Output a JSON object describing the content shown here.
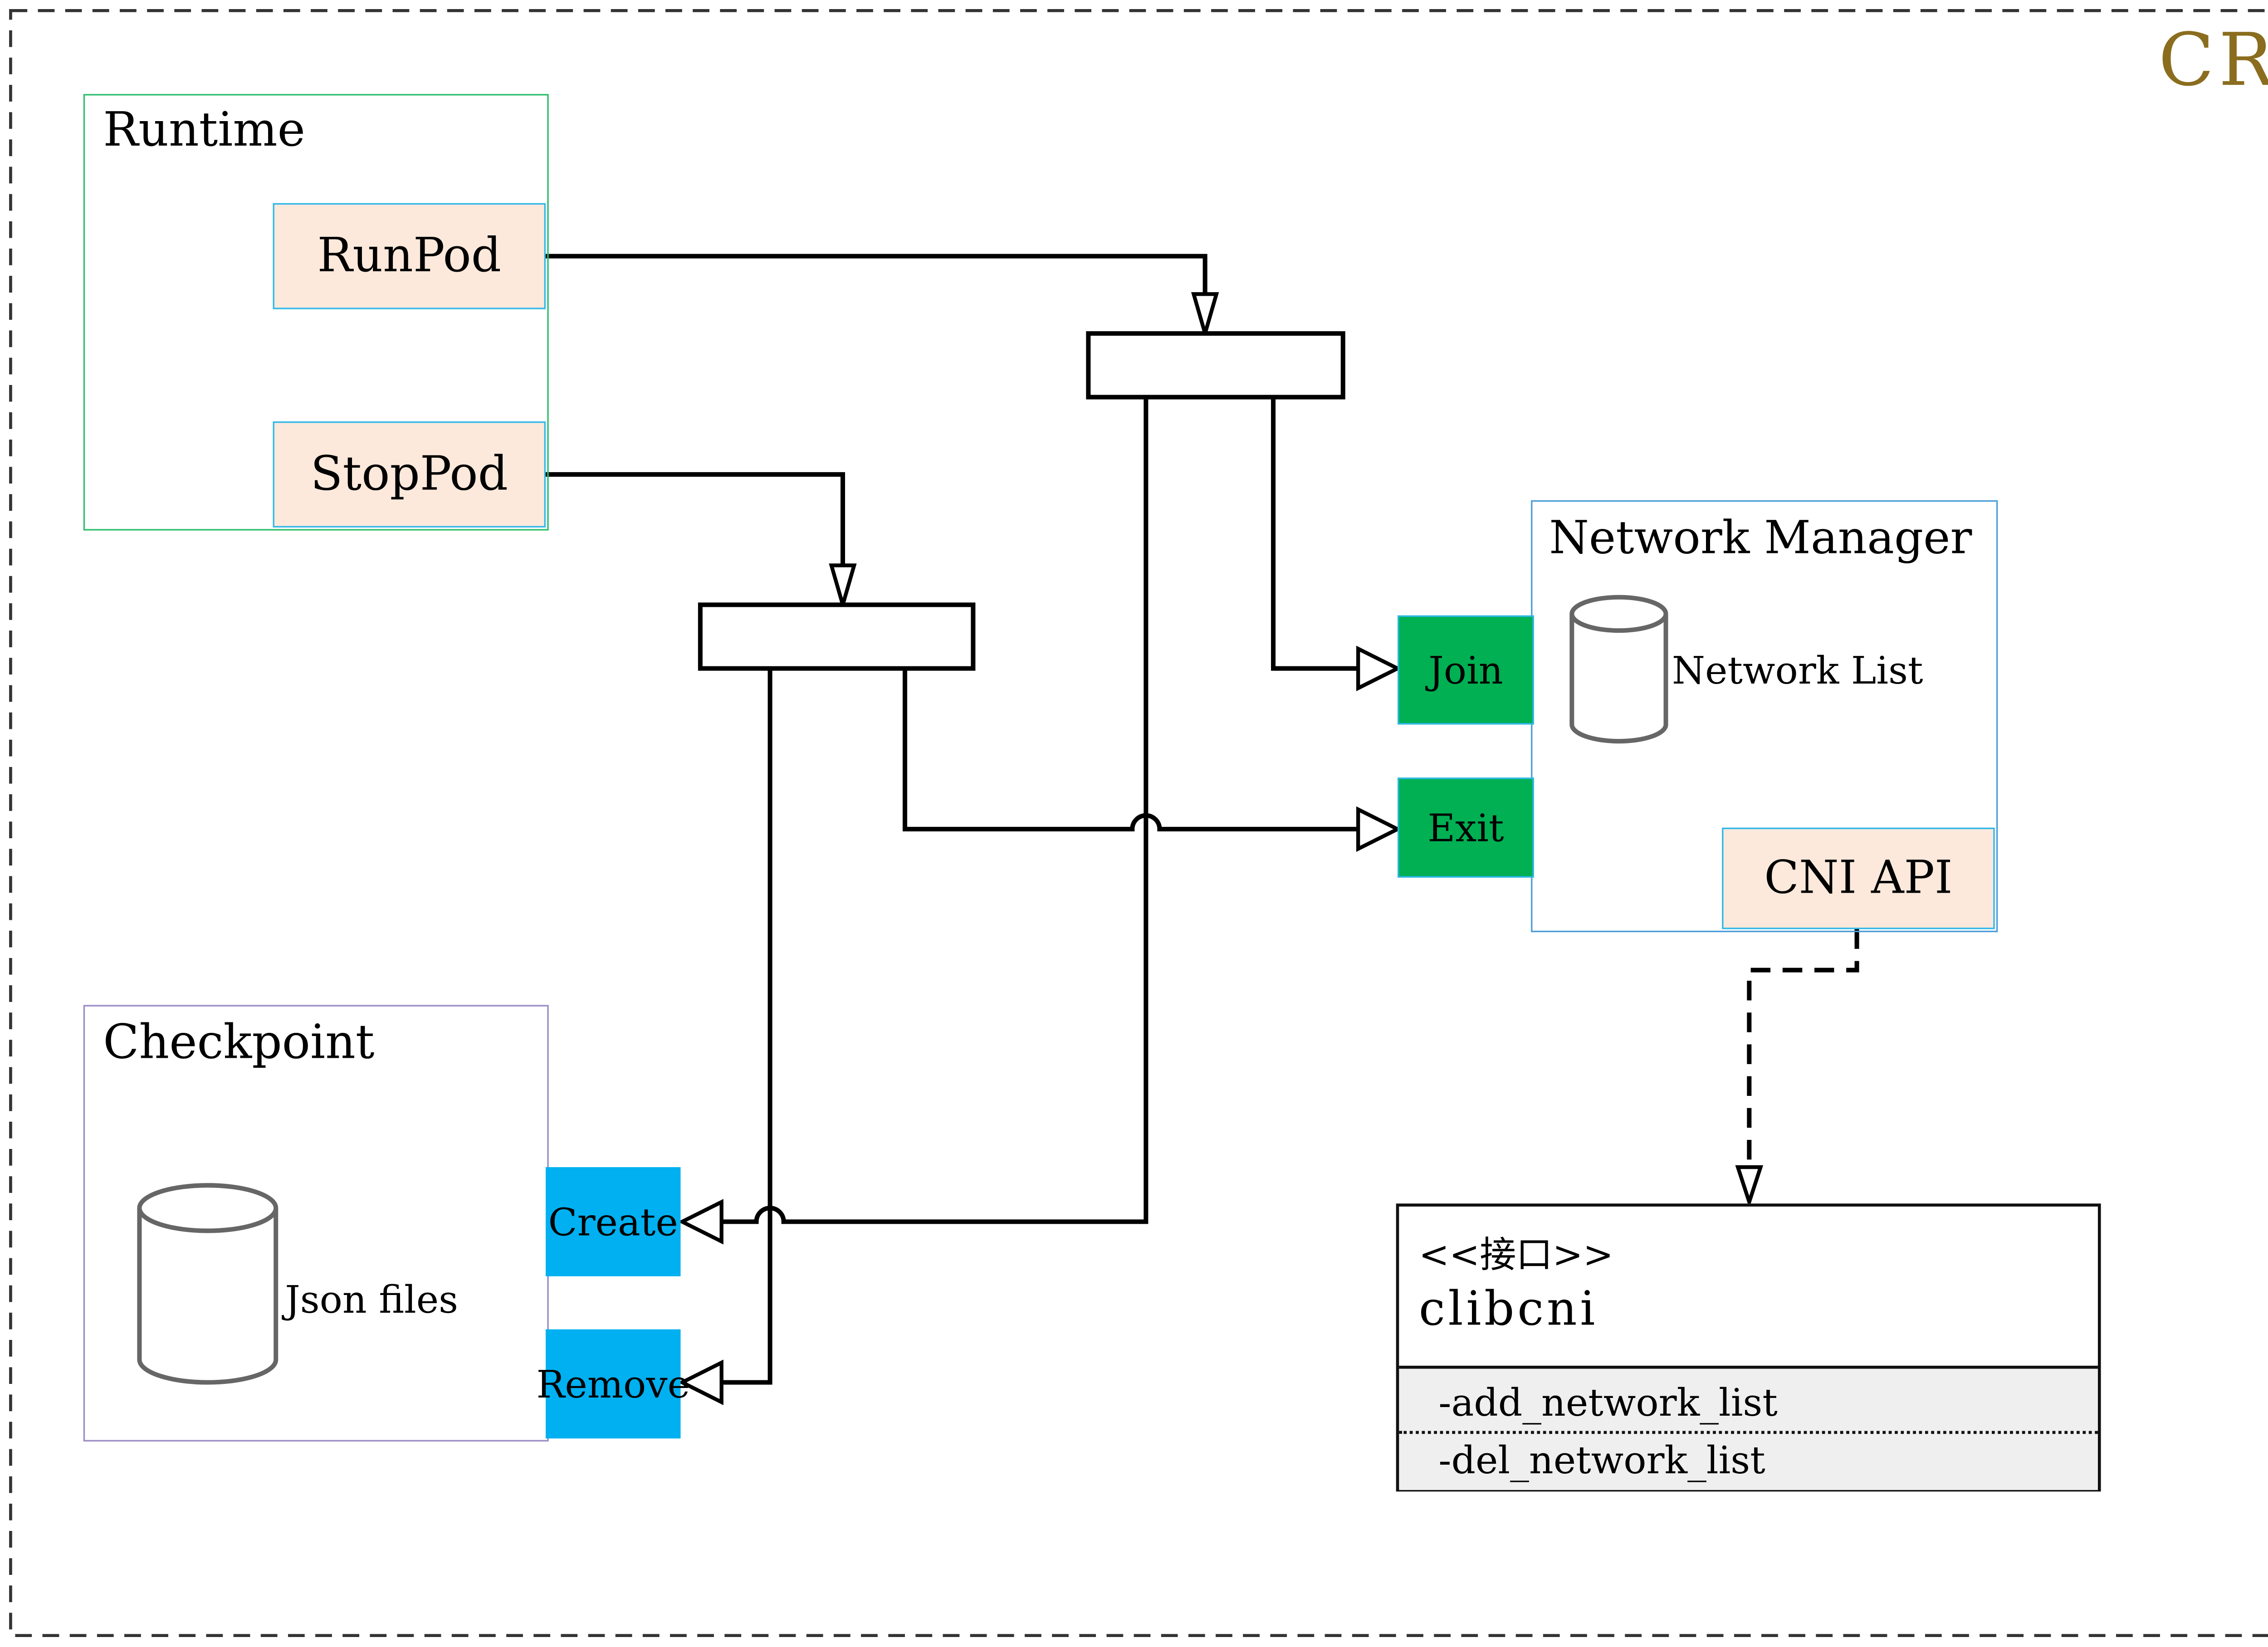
{
  "title": "CRI",
  "colors": {
    "title_gold": "#8A6D1E",
    "runtime_border": "#2FBE6E",
    "network_manager_border": "#4C9ED8",
    "checkpoint_border": "#9B8BC4",
    "operation_peach_fill": "#FCE9DB",
    "operation_cyan_border": "#30B7EA",
    "action_green_fill": "#00B052",
    "action_cyan_fill": "#00B0F0",
    "interface_methods_gray": "#EFEFEF",
    "datastore_stroke_gray": "#666666"
  },
  "groups": {
    "runtime": {
      "label": "Runtime",
      "operations": [
        {
          "label": "RunPod"
        },
        {
          "label": "StopPod"
        }
      ]
    },
    "network_manager": {
      "label": "Network Manager",
      "datastore_label": "Network List",
      "operations": [
        {
          "label": "Join"
        },
        {
          "label": "Exit"
        }
      ],
      "api_label": "CNI API"
    },
    "checkpoint": {
      "label": "Checkpoint",
      "datastore_label": "Json files",
      "operations": [
        {
          "label": "Create"
        },
        {
          "label": "Remove"
        }
      ]
    }
  },
  "interface_box": {
    "stereotype": "<<接口>>",
    "name": "clibcni",
    "methods": [
      "-add_network_list",
      "-del_network_list"
    ]
  }
}
